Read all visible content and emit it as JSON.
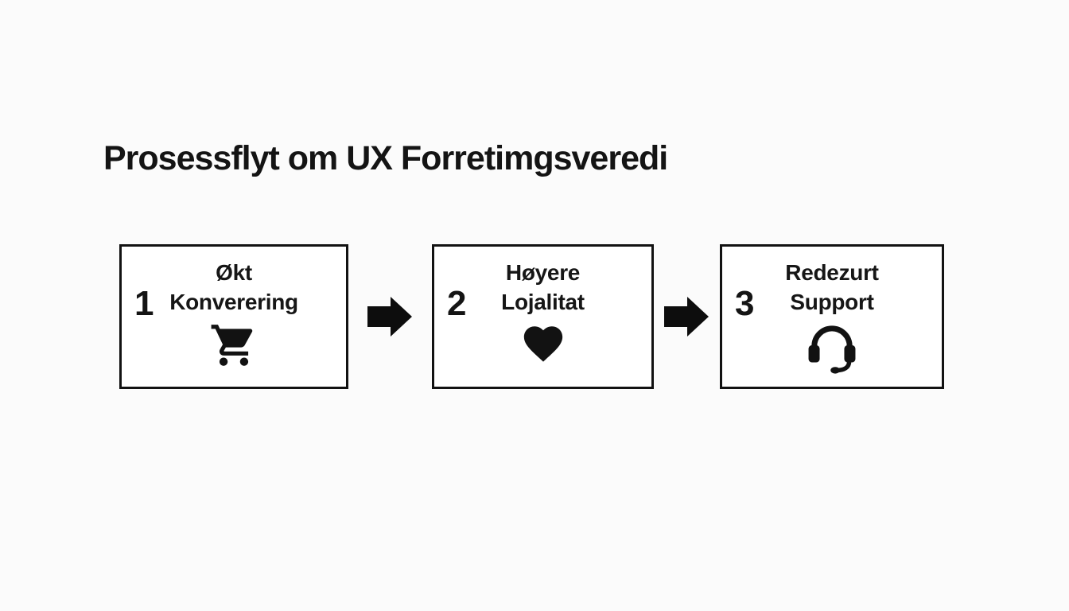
{
  "title": "Prosessflyt om UX Forretimgsveredi",
  "colors": {
    "background": "#fbfbfb",
    "ink": "#141414",
    "box_border": "#121212",
    "box_background": "#ffffff",
    "arrow": "#0d0d0d"
  },
  "steps": [
    {
      "number": "1",
      "label_line1": "Økt",
      "label_line2": "Konverering",
      "icon": "shopping-cart-icon"
    },
    {
      "number": "2",
      "label_line1": "Høyere",
      "label_line2": "Lojalitat",
      "icon": "heart-icon"
    },
    {
      "number": "3",
      "label_line1": "Redezurt",
      "label_line2": "Support",
      "icon": "headset-icon"
    }
  ],
  "connectors": [
    {
      "icon": "flow-arrow-icon"
    },
    {
      "icon": "flow-arrow-icon"
    }
  ]
}
